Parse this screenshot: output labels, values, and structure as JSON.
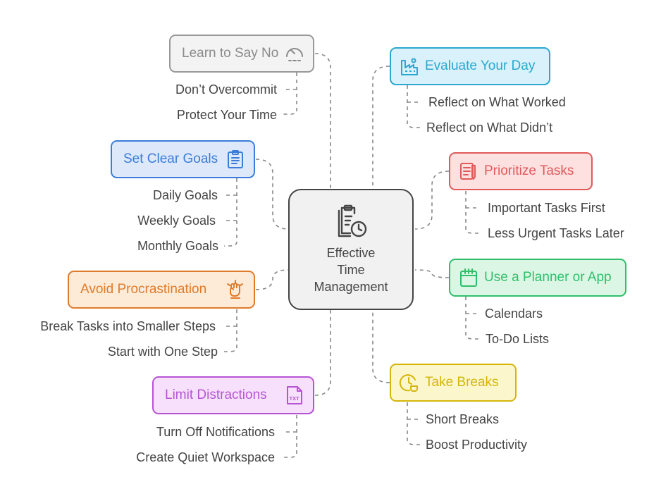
{
  "center": {
    "lines": [
      "Effective",
      "Time",
      "Management"
    ],
    "icon": "clipboard-clock-icon"
  },
  "topics": {
    "learn_to_say_no": {
      "label": "Learn to Say No",
      "icon": "gauge-icon",
      "color": "#999999",
      "bg": "#f3f3f3",
      "subs": [
        "Don’t Overcommit",
        "Protect Your Time"
      ]
    },
    "set_clear_goals": {
      "label": "Set Clear Goals",
      "icon": "clipboard-list-icon",
      "color": "#3b7dd8",
      "bg": "#dde8fa",
      "subs": [
        "Daily Goals",
        "Weekly Goals",
        "Monthly Goals"
      ]
    },
    "avoid_procrastination": {
      "label": "Avoid Procrastination",
      "icon": "fist-icon",
      "color": "#e07b2a",
      "bg": "#fdebd8",
      "subs": [
        "Break Tasks into Smaller Steps",
        "Start with One Step"
      ]
    },
    "limit_distractions": {
      "label": "Limit Distractions",
      "icon": "txt-file-icon",
      "color": "#b655d4",
      "bg": "#f6e0fb",
      "subs": [
        "Turn Off Notifications",
        "Create Quiet Workspace"
      ]
    },
    "evaluate_your_day": {
      "label": "Evaluate Your Day",
      "icon": "factory-icon",
      "color": "#2aa8cf",
      "bg": "#d9f1fa",
      "subs": [
        "Reflect on What Worked",
        "Reflect on What Didn’t"
      ]
    },
    "prioritize_tasks": {
      "label": "Prioritize Tasks",
      "icon": "checklist-pen-icon",
      "color": "#e05a5a",
      "bg": "#fde0e0",
      "subs": [
        "Important Tasks First",
        "Less Urgent Tasks Later"
      ]
    },
    "use_a_planner": {
      "label": "Use a Planner or App",
      "icon": "calendar-icon",
      "color": "#2fbf6a",
      "bg": "#dcf6e6",
      "subs": [
        "Calendars",
        "To-Do Lists"
      ]
    },
    "take_breaks": {
      "label": "Take Breaks",
      "icon": "clock-cup-icon",
      "color": "#d4b60a",
      "bg": "#fcf6cc",
      "subs": [
        "Short Breaks",
        "Boost Productivity"
      ]
    }
  }
}
